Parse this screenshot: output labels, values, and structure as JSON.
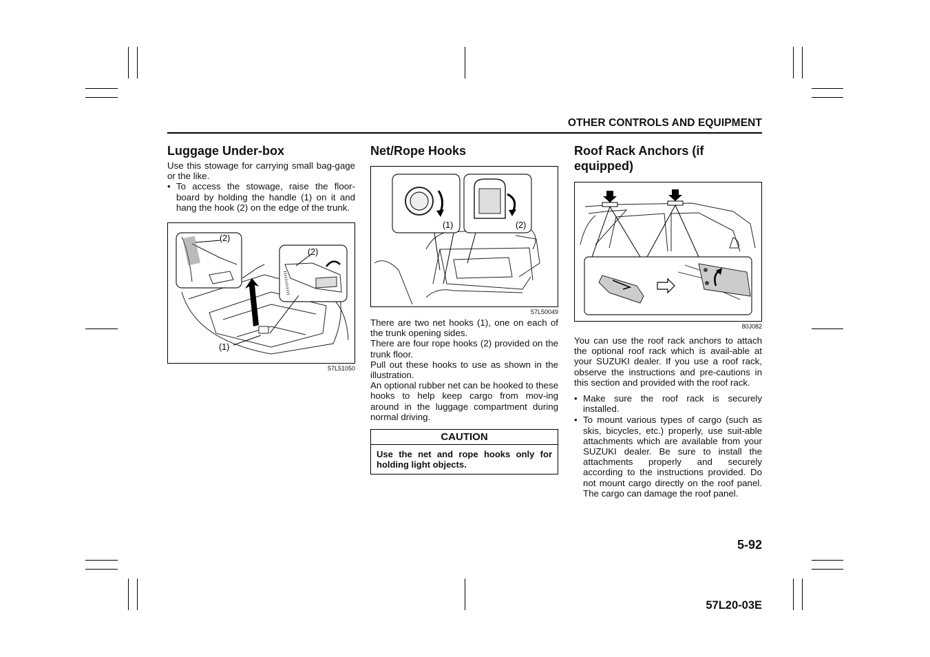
{
  "header": {
    "section_title": "OTHER CONTROLS AND EQUIPMENT"
  },
  "col1": {
    "heading": "Luggage Under-box",
    "intro": "Use this stowage for carrying small bag-gage or the like.",
    "bullets": [
      "To access the stowage, raise the floor-board by holding the handle (1) on it and hang the hook (2) on the edge of the trunk."
    ],
    "figure": {
      "labels": [
        "(2)",
        "(2)",
        "(1)"
      ],
      "code": "57L51050"
    }
  },
  "col2": {
    "heading": "Net/Rope Hooks",
    "figure": {
      "labels": [
        "(1)",
        "(2)"
      ],
      "code": "57L50049"
    },
    "paragraphs": [
      "There are two net hooks (1), one on each of the trunk opening sides.",
      "There are four rope hooks (2) provided on the trunk floor.",
      "Pull out these hooks to use as shown in the illustration.",
      "An optional rubber net can be hooked to these hooks to help keep cargo from mov-ing around in the luggage compartment during normal driving."
    ],
    "caution": {
      "title": "CAUTION",
      "text": "Use the net and rope hooks only for holding light objects."
    }
  },
  "col3": {
    "heading": "Roof Rack Anchors (if equipped)",
    "figure": {
      "code": "80J082"
    },
    "intro": "You can use the roof rack anchors to attach the optional roof rack which is avail-able at your SUZUKI dealer. If you use a roof rack, observe the instructions and pre-cautions in this section and provided with the roof rack.",
    "bullets": [
      "Make sure the roof rack is securely installed.",
      "To mount various types of cargo (such as skis, bicycles, etc.) properly, use suit-able attachments which are available from your SUZUKI dealer. Be sure to install the attachments properly and securely according to the instructions provided. Do not mount cargo directly on the roof panel. The cargo can damage the roof panel."
    ]
  },
  "footer": {
    "page_number": "5-92",
    "doc_code": "57L20-03E"
  },
  "bullet_glyph": "•"
}
